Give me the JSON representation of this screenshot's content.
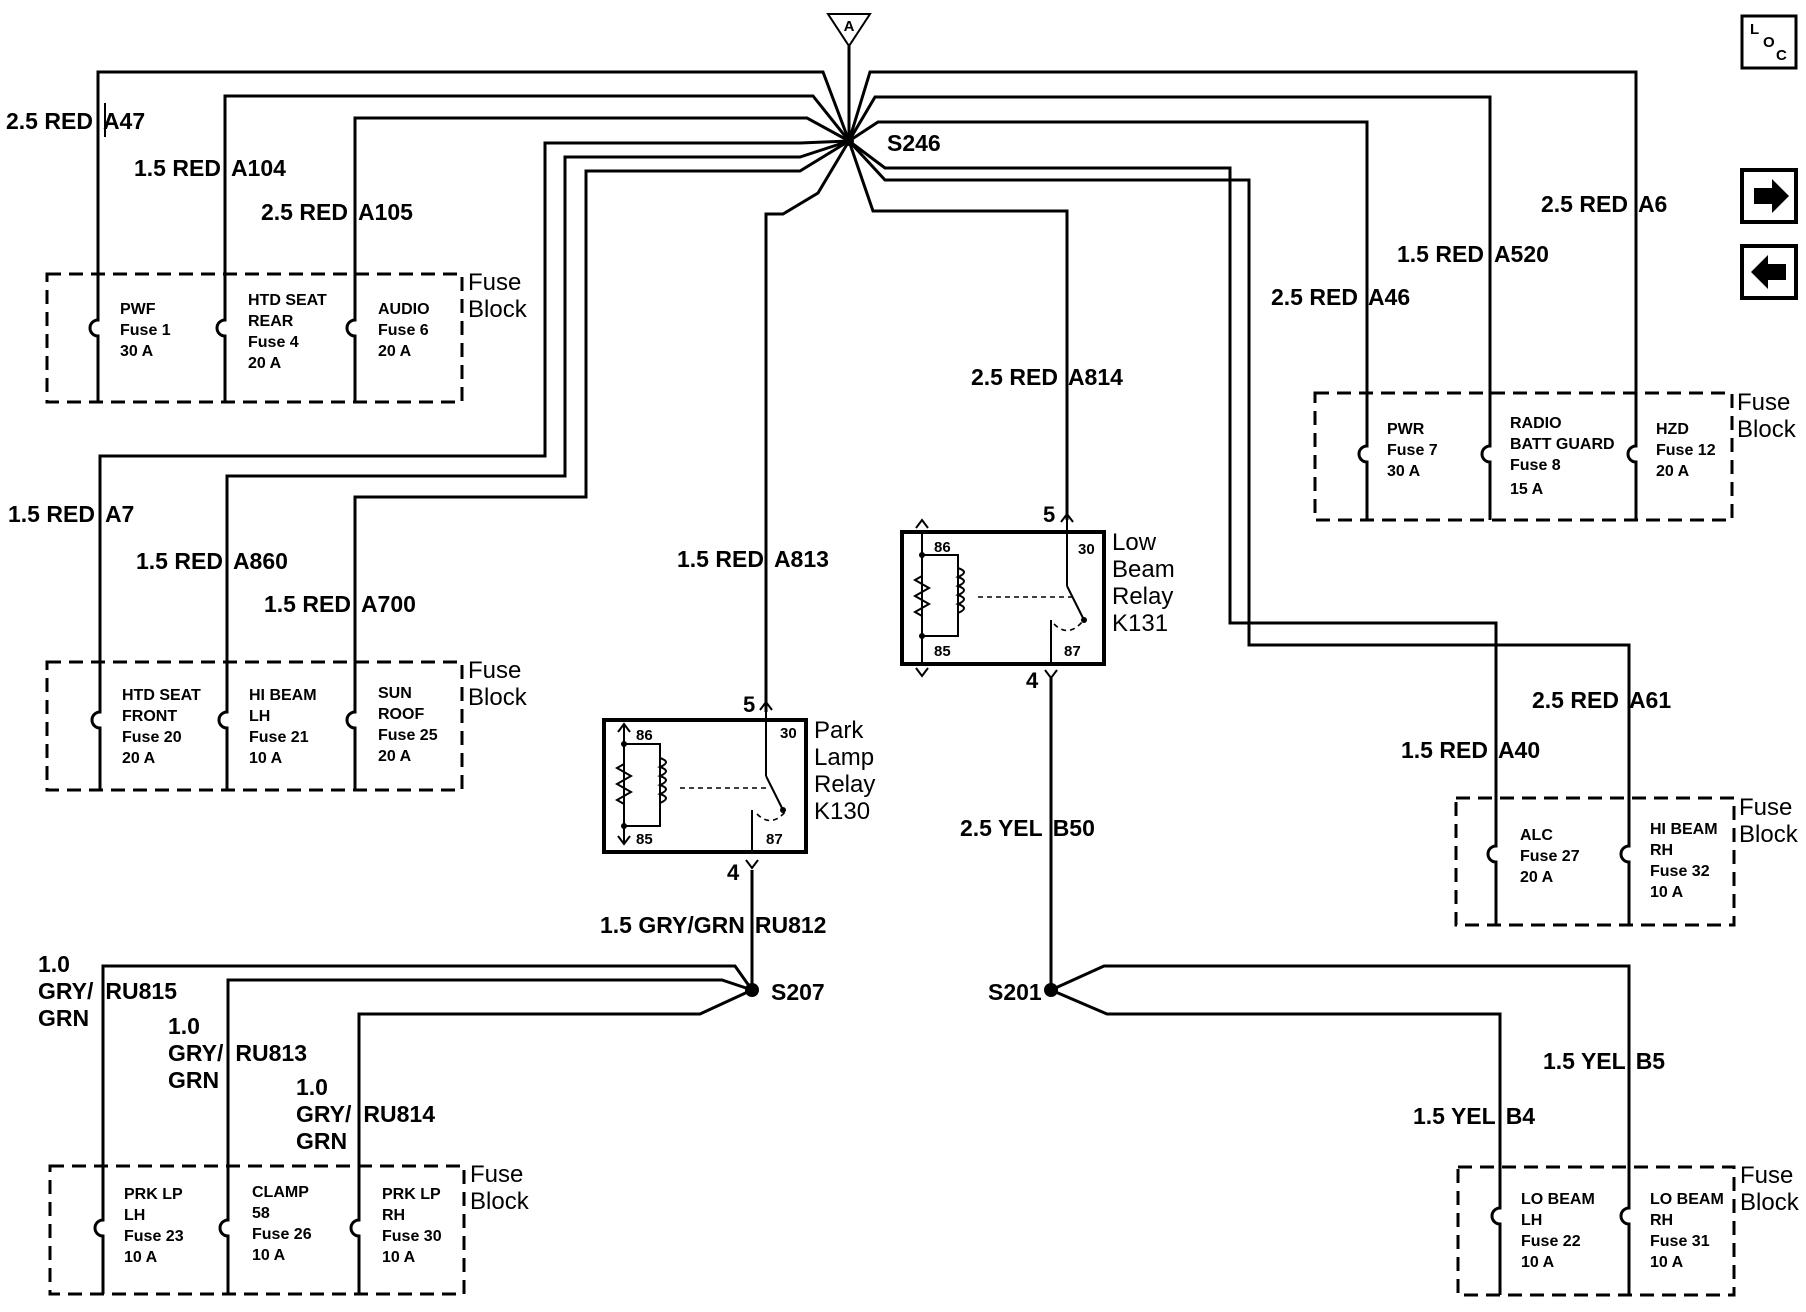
{
  "connector": "A",
  "loc": {
    "l": "L",
    "o": "O",
    "c": "C"
  },
  "nav": {
    "forward": "forward",
    "back": "back"
  },
  "splices": {
    "s246": "S246",
    "s207": "S207",
    "s201": "S201"
  },
  "wires": {
    "w1": "2.5 RED",
    "c1": "A47",
    "w2": "1.5 RED",
    "c2": "A104",
    "w3": "2.5 RED",
    "c3": "A105",
    "w4": "1.5 RED",
    "c4": "A7",
    "w5": "1.5 RED",
    "c5": "A860",
    "w6": "1.5 RED",
    "c6": "A700",
    "w7": "1.5 RED",
    "c7": "A813",
    "w8": "2.5 RED",
    "c8": "A814",
    "w9": "2.5 RED",
    "c9": "A46",
    "w10": "1.5 RED",
    "c10": "A520",
    "w11": "2.5 RED",
    "c11": "A6",
    "w12": "1.5 RED",
    "c12": "A40",
    "w13": "2.5 RED",
    "c13": "A61",
    "w14": "2.5 YEL",
    "c14": "B50",
    "w15": "1.5 GRY/GRN",
    "c15": "RU812",
    "w16a": "1.0",
    "w16b": "GRY/",
    "w16c": "GRN",
    "c16": "RU815",
    "w17a": "1.0",
    "w17b": "GRY/",
    "w17c": "GRN",
    "c17": "RU813",
    "w18a": "1.0",
    "w18b": "GRY/",
    "w18c": "GRN",
    "c18": "RU814",
    "w19": "1.5 YEL",
    "c19": "B4",
    "w20": "1.5 YEL",
    "c20": "B5"
  },
  "fuse_block_label": [
    "Fuse",
    "Block"
  ],
  "fuses": {
    "f1": [
      "PWF",
      "Fuse 1",
      "30 A"
    ],
    "f4": [
      "HTD SEAT",
      "REAR",
      "Fuse 4",
      "20 A"
    ],
    "f6": [
      "AUDIO",
      "Fuse 6",
      "20 A"
    ],
    "f20": [
      "HTD SEAT",
      "FRONT",
      "Fuse 20",
      "20 A"
    ],
    "f21": [
      "HI BEAM",
      "LH",
      "Fuse 21",
      "10 A"
    ],
    "f25": [
      "SUN",
      "ROOF",
      "Fuse 25",
      "20 A"
    ],
    "f7": [
      "PWR",
      "Fuse 7",
      "30 A"
    ],
    "f8": [
      "RADIO",
      "BATT GUARD",
      "Fuse 8",
      "15 A"
    ],
    "f12": [
      "HZD",
      "Fuse 12",
      "20 A"
    ],
    "f27": [
      "ALC",
      "Fuse 27",
      "20 A"
    ],
    "f32": [
      "HI BEAM",
      "RH",
      "Fuse 32",
      "10 A"
    ],
    "f23": [
      "PRK LP",
      "LH",
      "Fuse 23",
      "10 A"
    ],
    "f26": [
      "CLAMP",
      "58",
      "Fuse 26",
      "10 A"
    ],
    "f30": [
      "PRK LP",
      "RH",
      "Fuse 30",
      "10 A"
    ],
    "f22": [
      "LO BEAM",
      "LH",
      "Fuse 22",
      "10 A"
    ],
    "f31": [
      "LO BEAM",
      "RH",
      "Fuse 31",
      "10 A"
    ]
  },
  "relays": {
    "park": {
      "label": [
        "Park",
        "Lamp",
        "Relay",
        "K130"
      ],
      "pin_top": "5",
      "pin_bottom": "4",
      "pins": [
        "86",
        "30",
        "85",
        "87"
      ]
    },
    "low": {
      "label": [
        "Low",
        "Beam",
        "Relay",
        "K131"
      ],
      "pin_top": "5",
      "pin_bottom": "4",
      "pins": [
        "86",
        "30",
        "85",
        "87"
      ]
    }
  }
}
